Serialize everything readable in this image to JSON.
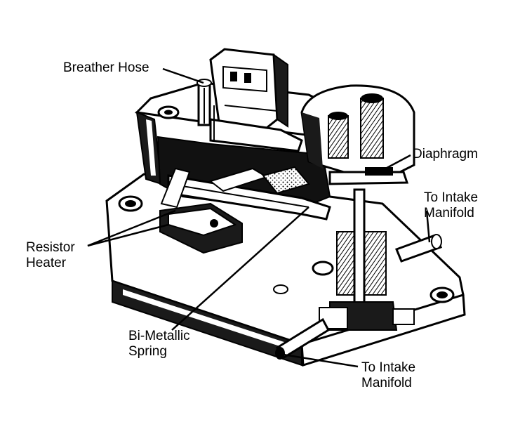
{
  "diagram": {
    "labels": {
      "breather_hose": "Breather Hose",
      "diaphragm": "Diaphragm",
      "intake_manifold_upper": {
        "line1": "To Intake",
        "line2": "Manifold"
      },
      "resistor_heater": {
        "line1": "Resistor",
        "line2": "Heater"
      },
      "bi_metallic_spring": {
        "line1": "Bi-Metallic",
        "line2": "Spring"
      },
      "intake_manifold_lower": {
        "line1": "To Intake",
        "line2": "Manifold"
      }
    },
    "colors": {
      "ink": "#000000",
      "paper": "#ffffff",
      "shade": "#1a1a1a"
    }
  }
}
